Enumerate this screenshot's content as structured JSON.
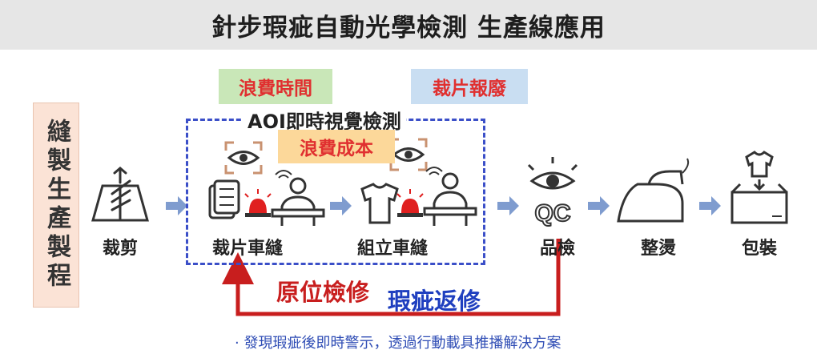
{
  "title": "針步瑕疵自動光學檢測 生產線應用",
  "sidebar_label": "縫製生產製程",
  "tags": {
    "waste_time": "浪費時間",
    "scrap": "裁片報廢",
    "waste_cost": "浪費成本"
  },
  "aoi_box_label": "AOI即時視覺檢測",
  "steps": {
    "cutting": "裁剪",
    "piece_sewing": "裁片車縫",
    "assembly_sewing": "組立車縫",
    "inspection": "品檢",
    "ironing": "整燙",
    "packing": "包裝"
  },
  "qc_text": "QC",
  "rework": {
    "inplace": "原位檢修",
    "defect_return": "瑕疵返修"
  },
  "footnote": "· 發現瑕疵後即時警示，透過行動載具推播解決方案",
  "colors": {
    "arrow": "#7f9ccf",
    "dash": "#3b4fc8",
    "loop": "#c81e1e",
    "accent_blue": "#1f3fbf",
    "alarm": "#e02020"
  }
}
